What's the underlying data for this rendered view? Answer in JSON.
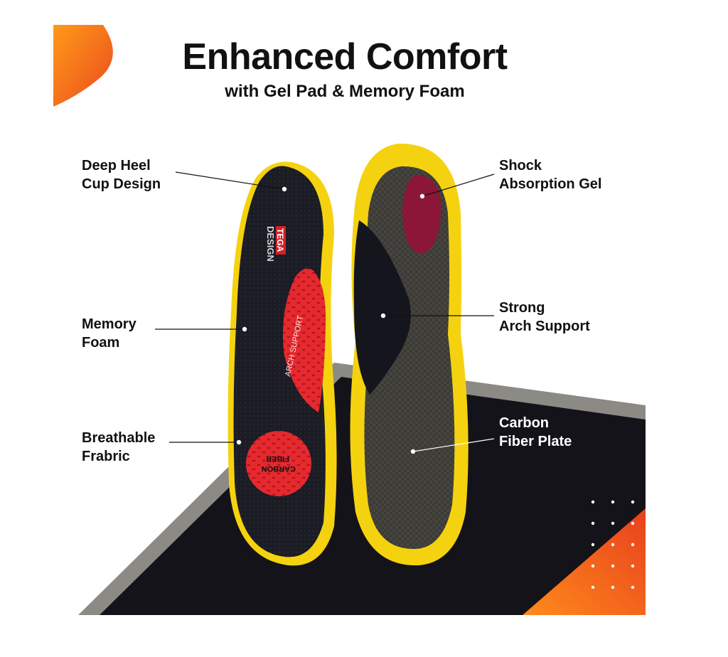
{
  "heading": {
    "title": "Enhanced Comfort",
    "subtitle": "with Gel Pad & Memory Foam"
  },
  "callouts": {
    "heel_cup": [
      "Deep Heel",
      "Cup Design"
    ],
    "memory_foam": [
      "Memory",
      "Foam"
    ],
    "breathable": [
      "Breathable",
      "Frabric"
    ],
    "shock_gel": [
      "Shock",
      "Absorption Gel"
    ],
    "arch_support": [
      "Strong",
      "Arch Support"
    ],
    "carbon_plate": [
      "Carbon",
      "Fiber Plate"
    ]
  },
  "insole_print": {
    "brand_top": "TEGA",
    "brand_bottom": "DESIGN",
    "arch_text": "ARCH SUPPORT",
    "forefoot_line1": "CARBON",
    "forefoot_line2": "FIBER"
  },
  "colors": {
    "accent_orange": "#f26a1b",
    "insole_yellow": "#f5d20f",
    "insole_red": "#d81f26",
    "gel_maroon": "#8c1638",
    "backdrop_dark": "#15131a",
    "backdrop_grey": "#8c8a85"
  }
}
